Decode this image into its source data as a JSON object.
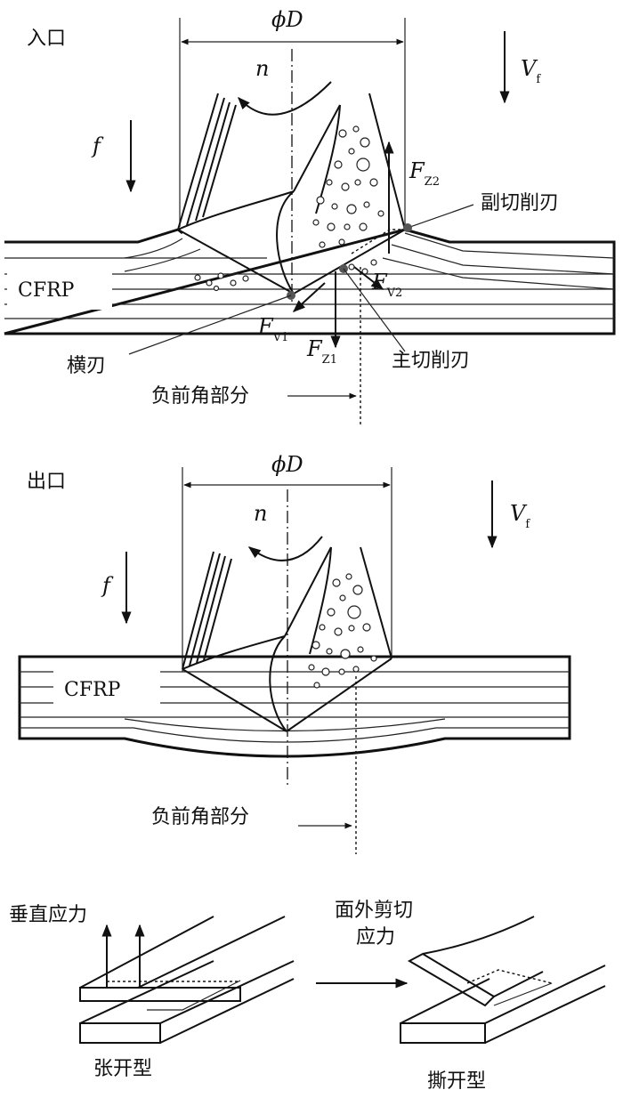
{
  "entry": {
    "title": "入口",
    "diameter": "ϕD",
    "rotation": "n",
    "feed": "f",
    "feed_velocity": "V",
    "feed_velocity_sub": "f",
    "material": "CFRP",
    "force_z2": "F",
    "force_z2_sub": "Z2",
    "force_z1": "F",
    "force_z1_sub": "Z1",
    "force_v1": "F",
    "force_v1_sub": "V1",
    "force_v2": "F",
    "force_v2_sub": "V2",
    "secondary_edge": "副切削刃",
    "main_edge": "主切削刃",
    "chisel_edge": "横刃",
    "negative_rake": "负前角部分"
  },
  "exit": {
    "title": "出口",
    "diameter": "ϕD",
    "rotation": "n",
    "feed": "f",
    "feed_velocity": "V",
    "feed_velocity_sub": "f",
    "material": "CFRP",
    "negative_rake": "负前角部分"
  },
  "failure_modes": {
    "left_stress": "垂直应力",
    "left_caption": "张开型",
    "right_stress_line1": "面外剪切",
    "right_stress_line2": "应力",
    "right_caption": "撕开型"
  }
}
